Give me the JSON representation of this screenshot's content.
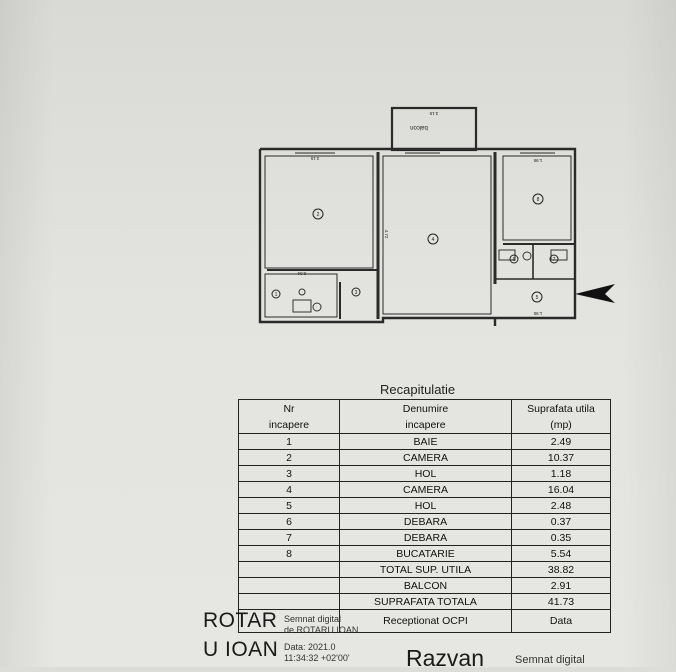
{
  "plan": {
    "balcony_label": "balcon",
    "balcony_dim": "3.15",
    "room_markers": [
      "1",
      "2",
      "3",
      "4",
      "5",
      "6",
      "7",
      "8"
    ],
    "dims": {
      "top_left": "3.15",
      "top_right": "1.95",
      "left_mid": "3.34",
      "room4_side": "4.72",
      "bottom_right": "1.95"
    }
  },
  "recap": {
    "title": "Recapitulatie",
    "headers": [
      "Nr\nincapere",
      "Denumire\nincapere",
      "Suprafata utila\n(mp)"
    ],
    "rows": [
      {
        "nr": "1",
        "name": "BAIE",
        "area": "2.49"
      },
      {
        "nr": "2",
        "name": "CAMERA",
        "area": "10.37"
      },
      {
        "nr": "3",
        "name": "HOL",
        "area": "1.18"
      },
      {
        "nr": "4",
        "name": "CAMERA",
        "area": "16.04"
      },
      {
        "nr": "5",
        "name": "HOL",
        "area": "2.48"
      },
      {
        "nr": "6",
        "name": "DEBARA",
        "area": "0.37"
      },
      {
        "nr": "7",
        "name": "DEBARA",
        "area": "0.35"
      },
      {
        "nr": "8",
        "name": "BUCATARIE",
        "area": "5.54"
      }
    ],
    "total_util": {
      "label": "TOTAL SUP. UTILA",
      "value": "38.82"
    },
    "balcon": {
      "label": "BALCON",
      "value": "2.91"
    },
    "total": {
      "label": "SUPRAFATA TOTALA",
      "value": "41.73"
    },
    "receptionat": {
      "label": "Receptionat OCPI",
      "value": "Data"
    }
  },
  "signatures": {
    "name_line1": "ROTAR",
    "name_line2": "U IOAN",
    "sign_line1": "Semnat digital",
    "sign_line2": "de ROTARU IOAN",
    "sign_line3": "Data: 2021.0",
    "sign_line4": "11:34:32 +02'00'",
    "name2": "Razvan",
    "sign2": "Semnat digital"
  }
}
